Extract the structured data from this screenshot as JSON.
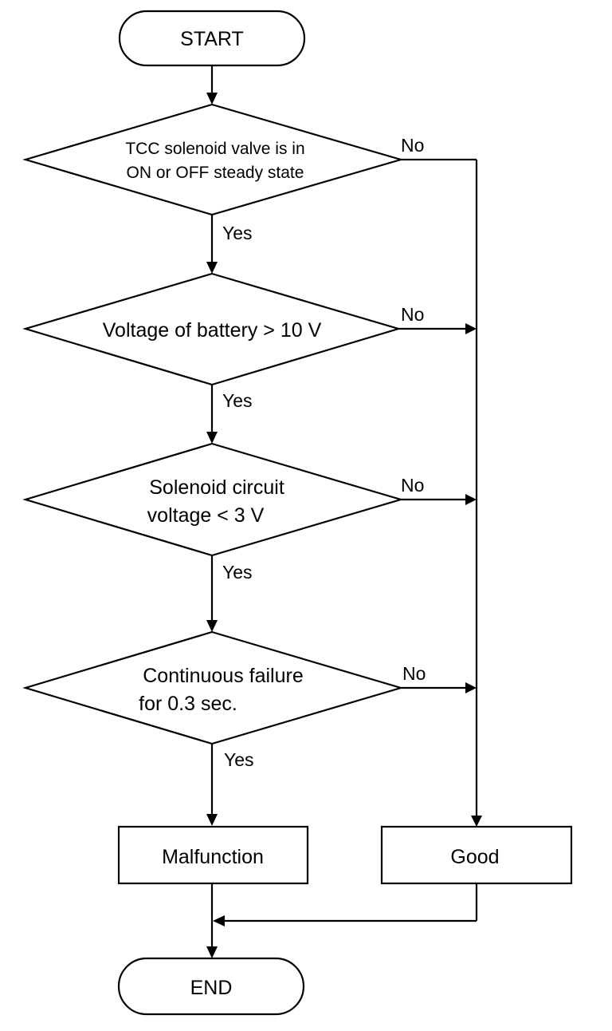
{
  "nodes": {
    "start": "START",
    "decision1": [
      "TCC solenoid valve is in",
      "ON or OFF steady state"
    ],
    "decision2": "Voltage of battery > 10 V",
    "decision3": [
      "Solenoid circuit",
      "voltage < 3 V"
    ],
    "decision4": [
      "Continuous failure",
      "for 0.3 sec."
    ],
    "malfunction": "Malfunction",
    "good": "Good",
    "end": "END"
  },
  "labels": {
    "yes": "Yes",
    "no": "No"
  }
}
